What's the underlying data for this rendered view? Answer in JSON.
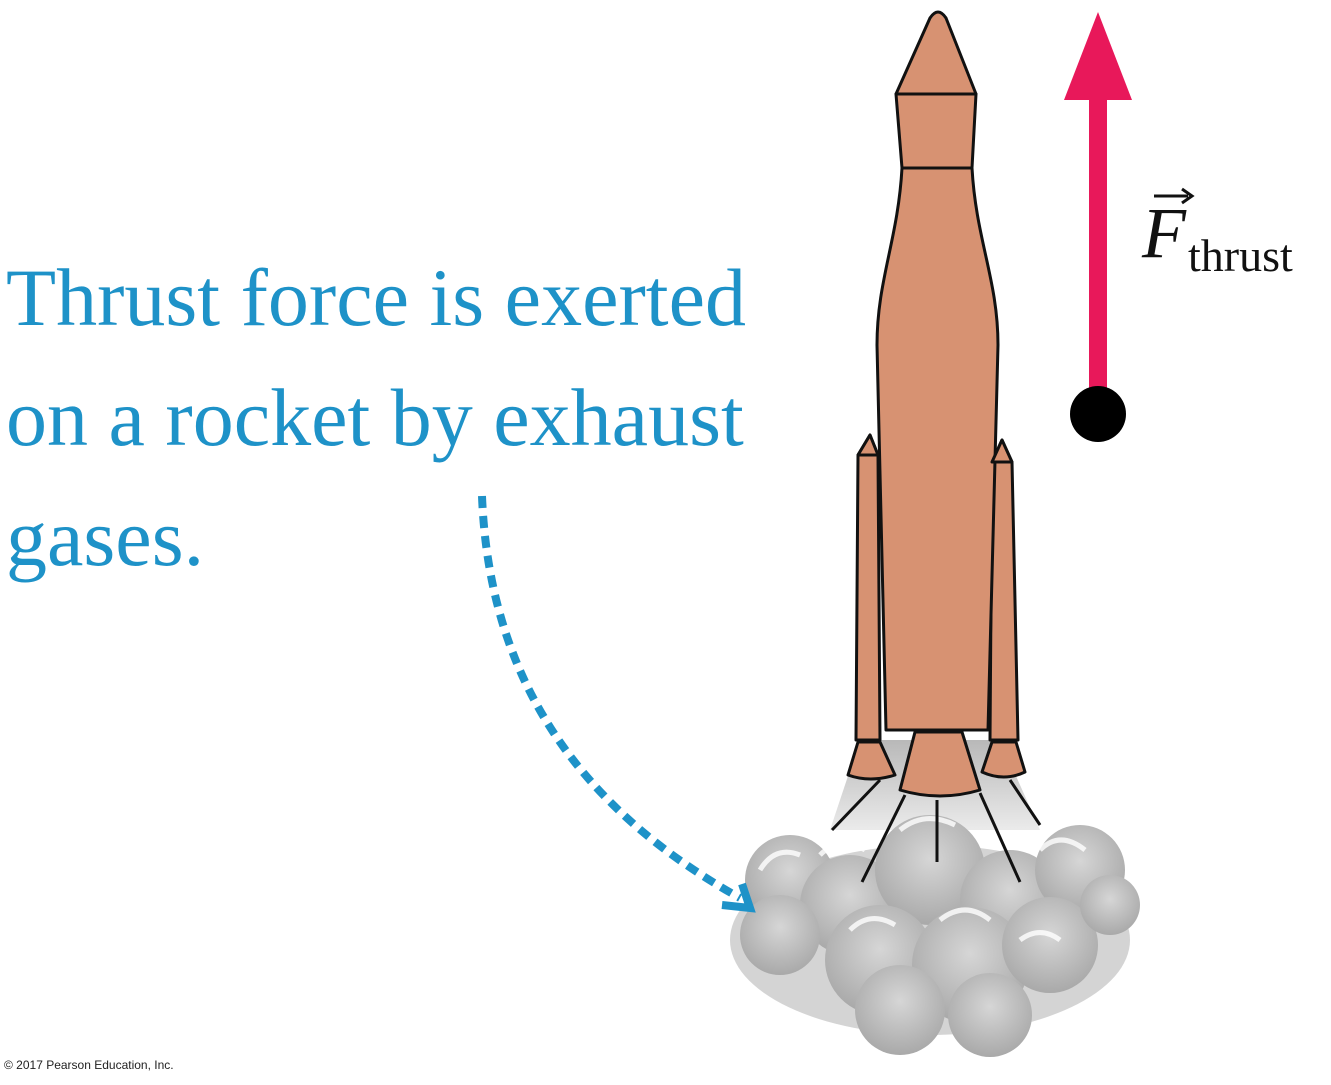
{
  "caption": {
    "line1": "Thrust force is exerted",
    "line2": "on a rocket by exhaust",
    "line3": "gases."
  },
  "force": {
    "symbol": "F",
    "subscript": "thrust",
    "color": "#e8185a"
  },
  "colors": {
    "caption": "#1e92c8",
    "rocket_body": "#d79272",
    "smoke": "#c4c4c4"
  },
  "copyright": "© 2017 Pearson Education, Inc."
}
